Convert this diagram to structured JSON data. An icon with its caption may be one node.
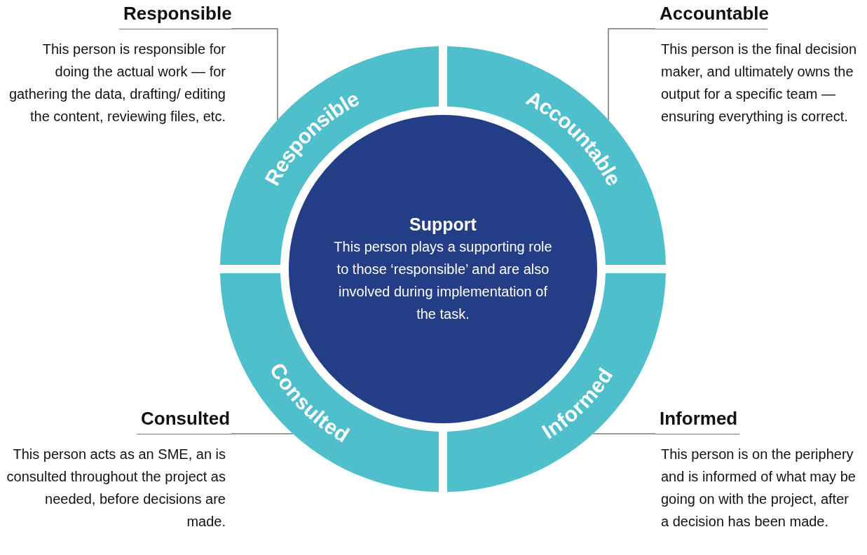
{
  "diagram": {
    "nodes": [
      {
        "text": [
          "Responsible",
          "This person is responsible for doing the actual work — for gathering the data, drafting/ editing the content, reviewing files, etc."
        ]
      },
      {
        "text": [
          "Accountable",
          "This person is the final decision maker, and ultimately owns the output for a specific team — ensuring everything is correct."
        ]
      },
      {
        "text": [
          "Responsible"
        ]
      },
      {
        "text": [
          "Accountable"
        ]
      },
      {
        "text": [
          "Support",
          "This person plays a supporting role to those ‘responsible’ and are also involved during implementation of the task."
        ]
      },
      {
        "text": [
          "Consulted"
        ]
      },
      {
        "text": [
          "Informed"
        ]
      },
      {
        "text": [
          "Consulted",
          "This person acts as an SME, an is consulted throughout the project as needed, before decisions are made."
        ]
      },
      {
        "text": [
          "Informed",
          "This person is on the periphery and is informed of what may be going on with the project, after a decision has been made."
        ]
      }
    ],
    "edges": [
      {
        "from": 0,
        "to": 2,
        "arrow": "none"
      },
      {
        "from": 1,
        "to": 3,
        "arrow": "none"
      },
      {
        "from": 7,
        "to": 5,
        "arrow": "none"
      },
      {
        "from": 8,
        "to": 6,
        "arrow": "none"
      }
    ]
  }
}
